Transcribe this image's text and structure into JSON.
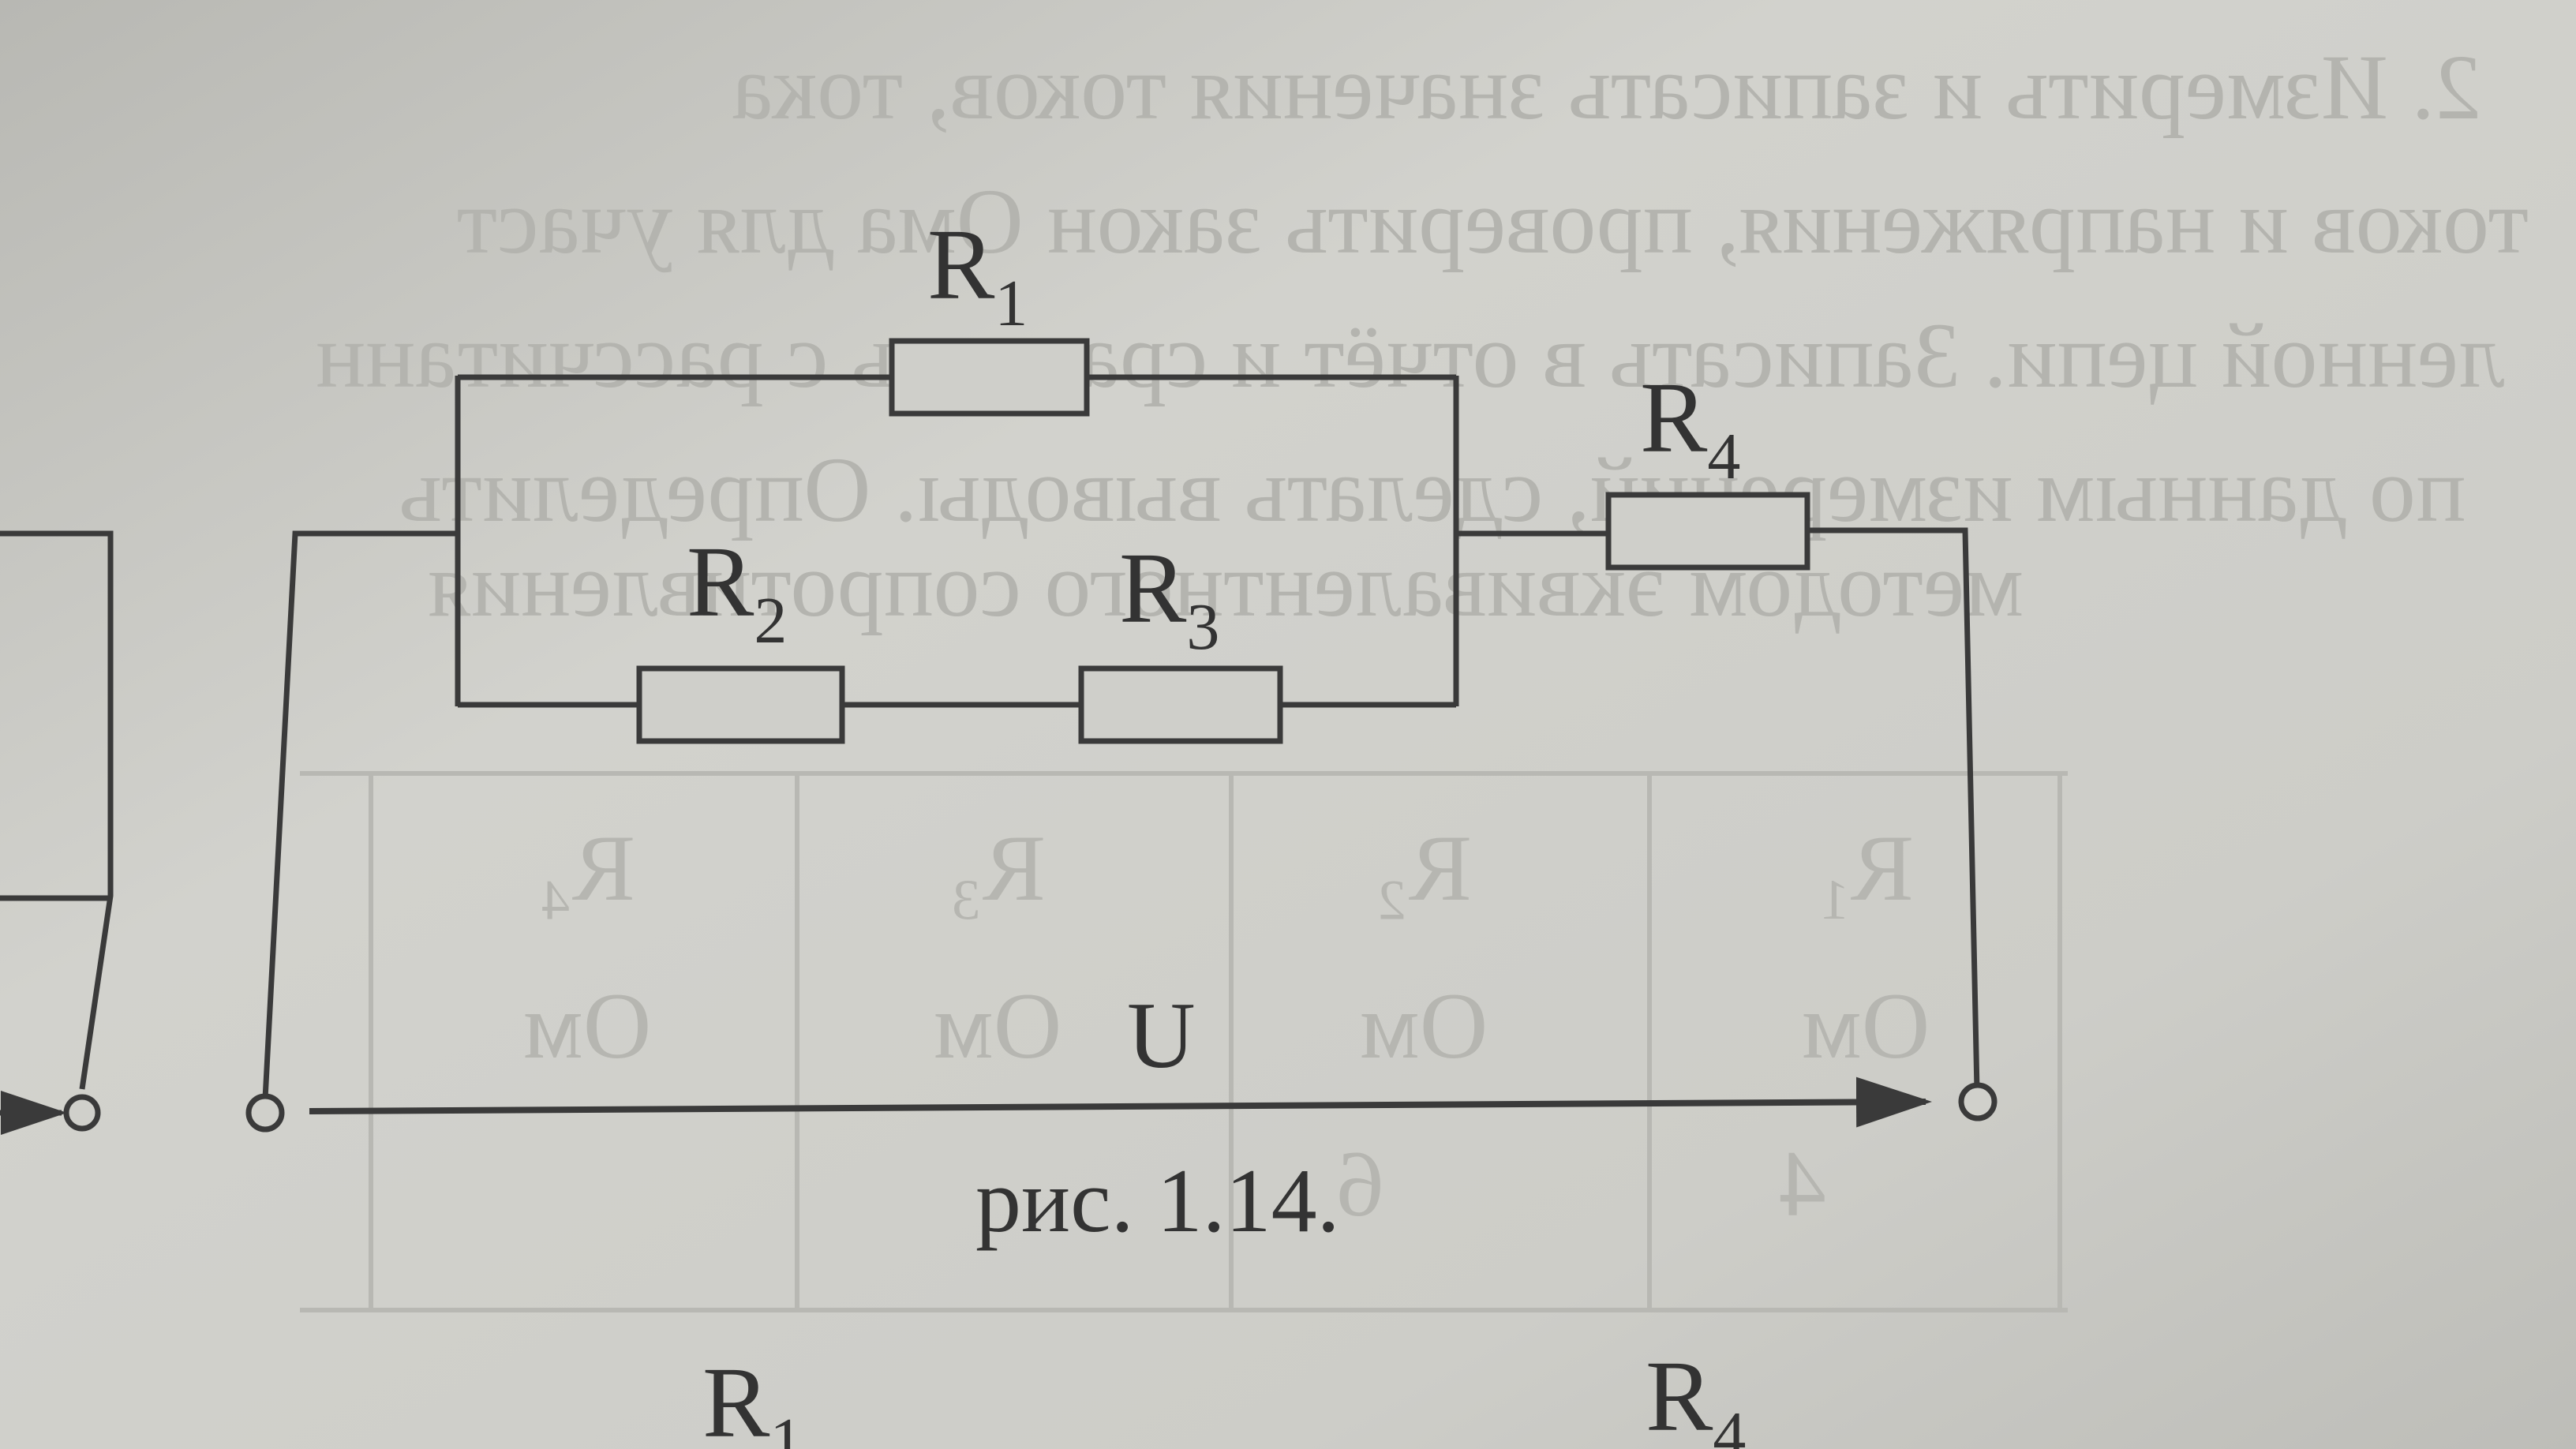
{
  "page": {
    "paper_color": "#cfcfca",
    "ink_color": "#3a3a3a",
    "bleed_color": "#b3b3ae"
  },
  "circuit": {
    "resistors": [
      {
        "id": "R1",
        "letter": "R",
        "sub": "1"
      },
      {
        "id": "R2",
        "letter": "R",
        "sub": "2"
      },
      {
        "id": "R3",
        "letter": "R",
        "sub": "3"
      },
      {
        "id": "R4",
        "letter": "R",
        "sub": "4"
      }
    ],
    "voltage_label": "U",
    "caption": "рис. 1.14."
  },
  "next_figure": {
    "labels": [
      {
        "letter": "R",
        "sub": "1"
      },
      {
        "letter": "R",
        "sub": "4"
      }
    ]
  },
  "bleed_through": {
    "lines": [
      "2. Измерить и записать значения токов, тока",
      "токов и напряжения, проверить закон Ома для участ",
      "ленной цепи. Записать в отчёт и сравнить с рассчитанн",
      "по данным измерений, сделать выводы. Определить",
      "методом эквивалентного сопротивления"
    ],
    "table_headers": [
      "R₁",
      "R₂",
      "R₃",
      "R₄"
    ],
    "table_units": [
      "Ом",
      "Ом",
      "Ом",
      "Ом"
    ],
    "table_values": [
      "4",
      "6"
    ]
  }
}
